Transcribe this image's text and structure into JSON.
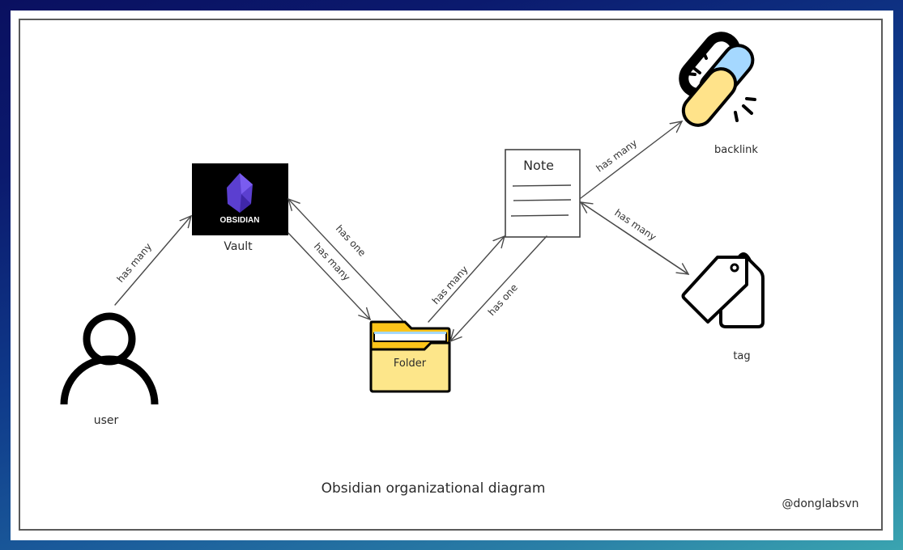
{
  "title": "Obsidian organizational diagram",
  "watermark": "@donglabsvn",
  "nodes": {
    "user": {
      "label": "user"
    },
    "vault": {
      "label": "Vault",
      "logo_text": "OBSIDIAN"
    },
    "folder": {
      "label": "Folder"
    },
    "note": {
      "label": "Note"
    },
    "backlink": {
      "label": "backlink"
    },
    "tag": {
      "label": "tag"
    }
  },
  "edges": [
    {
      "from": "user",
      "to": "vault",
      "label": "has many"
    },
    {
      "from": "vault",
      "to": "folder",
      "label": "has many"
    },
    {
      "from": "folder",
      "to": "vault",
      "label": "has one"
    },
    {
      "from": "folder",
      "to": "note",
      "label": "has many"
    },
    {
      "from": "note",
      "to": "folder",
      "label": "has one"
    },
    {
      "from": "note",
      "to": "backlink",
      "label": "has many"
    },
    {
      "from": "note",
      "to": "tag",
      "label": "has many"
    }
  ],
  "colors": {
    "folder": "#fcc419",
    "folder_light": "#fde68a",
    "link_yellow": "#ffe38a",
    "link_blue": "#a5d8ff",
    "obsidian_purple": "#5b3fd0",
    "stroke": "#000000"
  }
}
